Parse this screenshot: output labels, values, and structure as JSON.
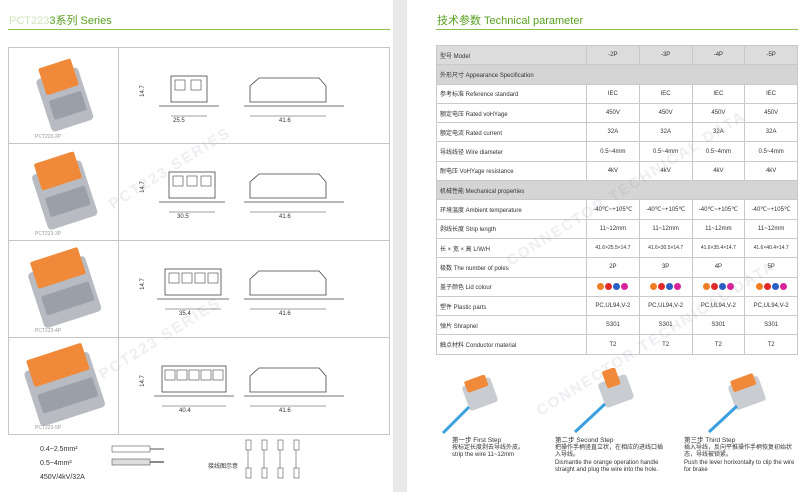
{
  "left": {
    "series_code": "PCT223",
    "series_label": "3系列 Series",
    "watermark": "PCT223 SERIES",
    "panels": [
      {
        "model": "PCT223-2P",
        "height": "14.7",
        "width_front": "25.5",
        "width_side": "41.6"
      },
      {
        "model": "PCT223-3P",
        "height": "14.7",
        "width_front": "30.5",
        "width_side": "41.6"
      },
      {
        "model": "PCT223-4P",
        "height": "14.7",
        "width_front": "35.4",
        "width_side": "41.6"
      },
      {
        "model": "PCT223-5P",
        "height": "14.7",
        "width_front": "40.4",
        "width_side": "41.6"
      }
    ],
    "wire_specs": [
      "0.4~2.5mm²",
      "0.5~4mm²",
      "450V/4kV/32A"
    ],
    "wiring_diagram_label": "接线图示意"
  },
  "right": {
    "title": "技术参数 Technical parameter",
    "watermark": "CONNECTOR TECHNICAL DATA",
    "table": {
      "header": [
        "型号 Model",
        "-2P",
        "-3P",
        "-4P",
        "-5P"
      ],
      "rows": [
        {
          "type": "section",
          "label": "外形尺寸 Appearance Specification"
        },
        {
          "type": "data",
          "label": "参考标准 Reference standard",
          "values": [
            "IEC",
            "IEC",
            "IEC",
            "IEC"
          ]
        },
        {
          "type": "data",
          "label": "额定电压 Rated voHYage",
          "values": [
            "450V",
            "450V",
            "450V",
            "450V"
          ]
        },
        {
          "type": "data",
          "label": "额定电流 Rated current",
          "values": [
            "32A",
            "32A",
            "32A",
            "32A"
          ]
        },
        {
          "type": "data",
          "label": "导线线径 Wire diameter",
          "values": [
            "0.5~4mm",
            "0.5~4mm",
            "0.5~4mm",
            "0.5~4mm"
          ]
        },
        {
          "type": "data",
          "label": "耐电压 VoHYage resistance",
          "values": [
            "4kV",
            "4kV",
            "4kV",
            "4kV"
          ]
        },
        {
          "type": "section",
          "label": "机械性能 Mechanical properties"
        },
        {
          "type": "data",
          "label": "环境温度 Ambient temperature",
          "values": [
            "-40℃~+105℃",
            "-40℃~+105℃",
            "-40℃~+105℃",
            "-40℃~+105℃"
          ]
        },
        {
          "type": "data",
          "label": "剥线长度 Strip length",
          "values": [
            "11~12mm",
            "11~12mm",
            "11~12mm",
            "11~12mm"
          ]
        },
        {
          "type": "data",
          "label": "长 × 宽 × 高  L/W/H",
          "values": [
            "41.6×25.5×14.7",
            "41.6×30.5×14.7",
            "41.6×35.4×14.7",
            "41.6×40.4×14.7"
          ]
        },
        {
          "type": "data",
          "label": "极数 The number of poles",
          "values": [
            "2P",
            "3P",
            "4P",
            "5P"
          ]
        },
        {
          "type": "colors",
          "label": "盖子颜色 Lid colour"
        },
        {
          "type": "data",
          "label": "塑件 Plastic parts",
          "values": [
            "PC,UL94,V-2",
            "PC,UL94,V-2",
            "PC,UL94,V-2",
            "PC,UL94,V-2"
          ]
        },
        {
          "type": "data",
          "label": "弹片 Shrapnel",
          "values": [
            "S301",
            "S301",
            "S301",
            "S301"
          ]
        },
        {
          "type": "data",
          "label": "触点材料 Conductor material",
          "values": [
            "T2",
            "T2",
            "T2",
            "T2"
          ]
        }
      ],
      "lid_colors": [
        "#ef7d22",
        "#e02a2a",
        "#2a5ec4",
        "#d8249a"
      ]
    },
    "steps": [
      {
        "title": "第一步 First Step",
        "cn": "按标定长度剥去导线外皮。",
        "en": "strip the wire 11~12mm"
      },
      {
        "title": "第二步 Second Step",
        "cn": "把操作手柄竖直立状，在相应的进线口插入导线。",
        "en": "Dismantle the orange operation handle straight and plug the wire into the hole."
      },
      {
        "title": "第三步 Third Step",
        "cn": "插入导线，反向平推操作手柄恢复初始状态，导线被锁紧。",
        "en": "Push the lever horixontally to clip the wire for brake"
      }
    ]
  }
}
